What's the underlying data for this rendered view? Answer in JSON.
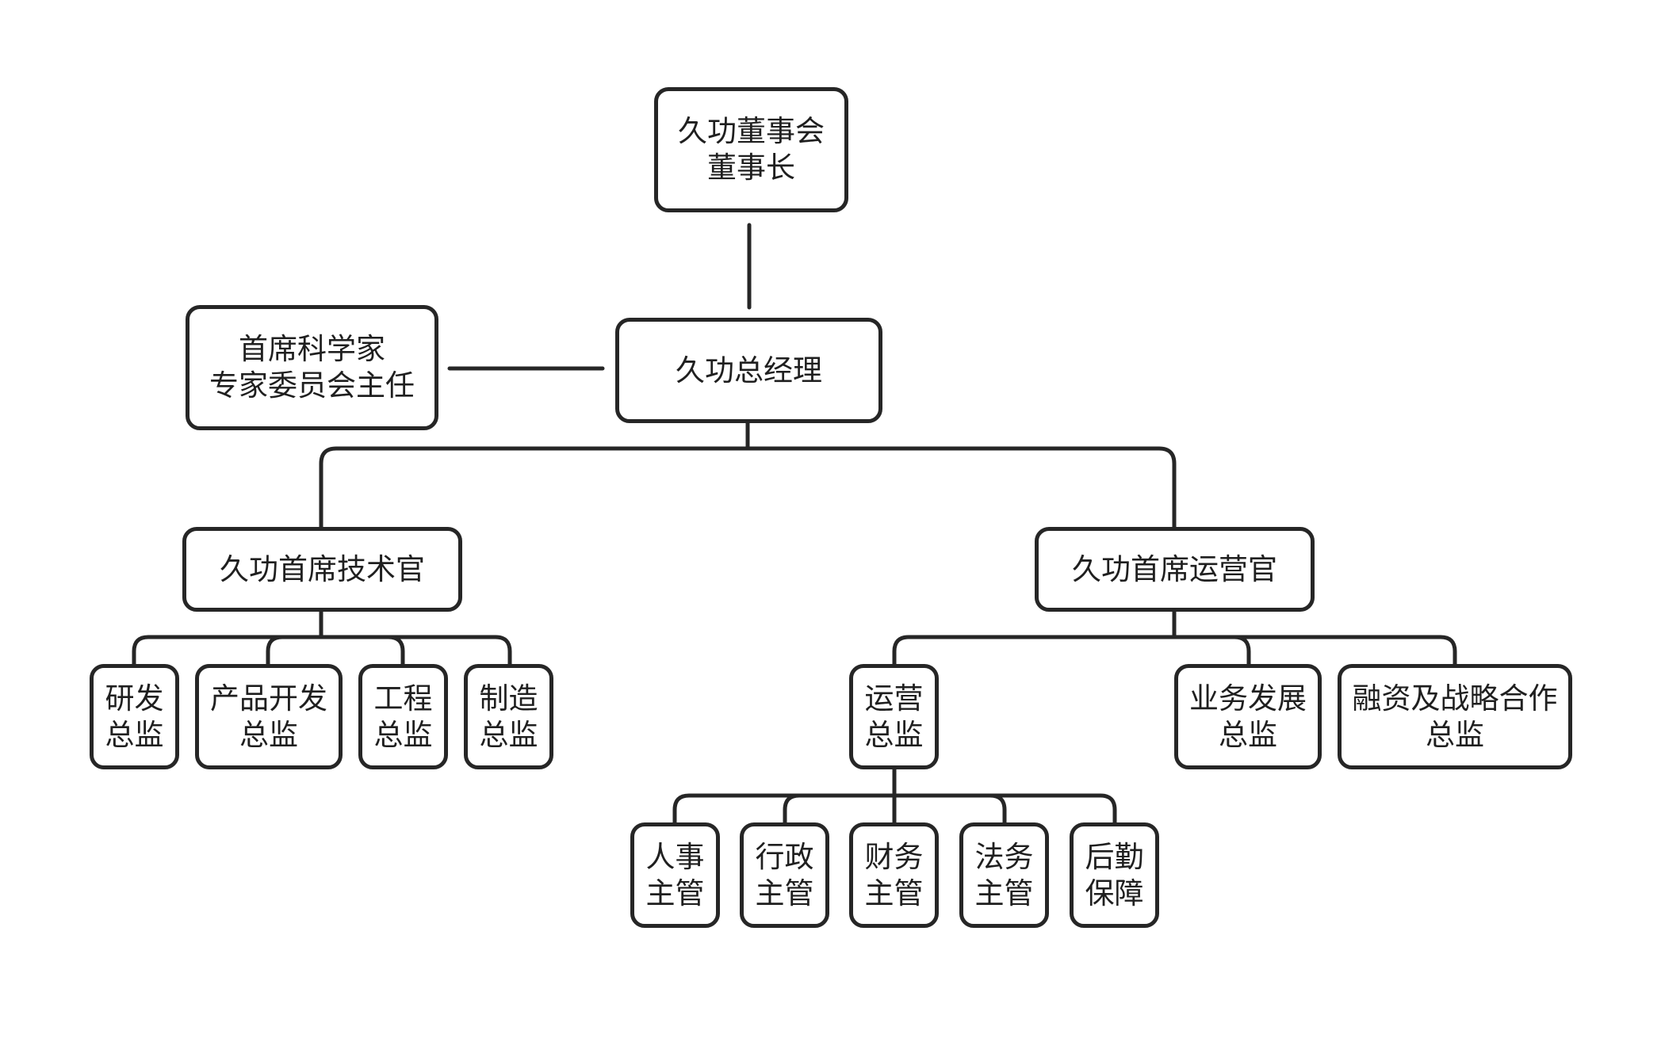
{
  "chairman": {
    "line1": "久功董事会",
    "line2": "董事长"
  },
  "scientist": {
    "line1": "首席科学家",
    "line2": "专家委员会主任"
  },
  "gm": {
    "line1": "久功总经理"
  },
  "cto": {
    "line1": "久功首席技术官",
    "reports": [
      {
        "line1": "研发",
        "line2": "总监"
      },
      {
        "line1": "产品开发",
        "line2": "总监"
      },
      {
        "line1": "工程",
        "line2": "总监"
      },
      {
        "line1": "制造",
        "line2": "总监"
      }
    ]
  },
  "coo": {
    "line1": "久功首席运营官",
    "reports": [
      {
        "line1": "运营",
        "line2": "总监"
      },
      {
        "line1": "业务发展",
        "line2": "总监"
      },
      {
        "line1": "融资及战略合作",
        "line2": "总监"
      }
    ]
  },
  "ops": {
    "reports": [
      {
        "line1": "人事",
        "line2": "主管"
      },
      {
        "line1": "行政",
        "line2": "主管"
      },
      {
        "line1": "财务",
        "line2": "主管"
      },
      {
        "line1": "法务",
        "line2": "主管"
      },
      {
        "line1": "后勤",
        "line2": "保障"
      }
    ]
  },
  "colors": {
    "line": "#262626",
    "box_border": "#262626",
    "text": "#1f1f1f",
    "background": "#ffffff"
  }
}
